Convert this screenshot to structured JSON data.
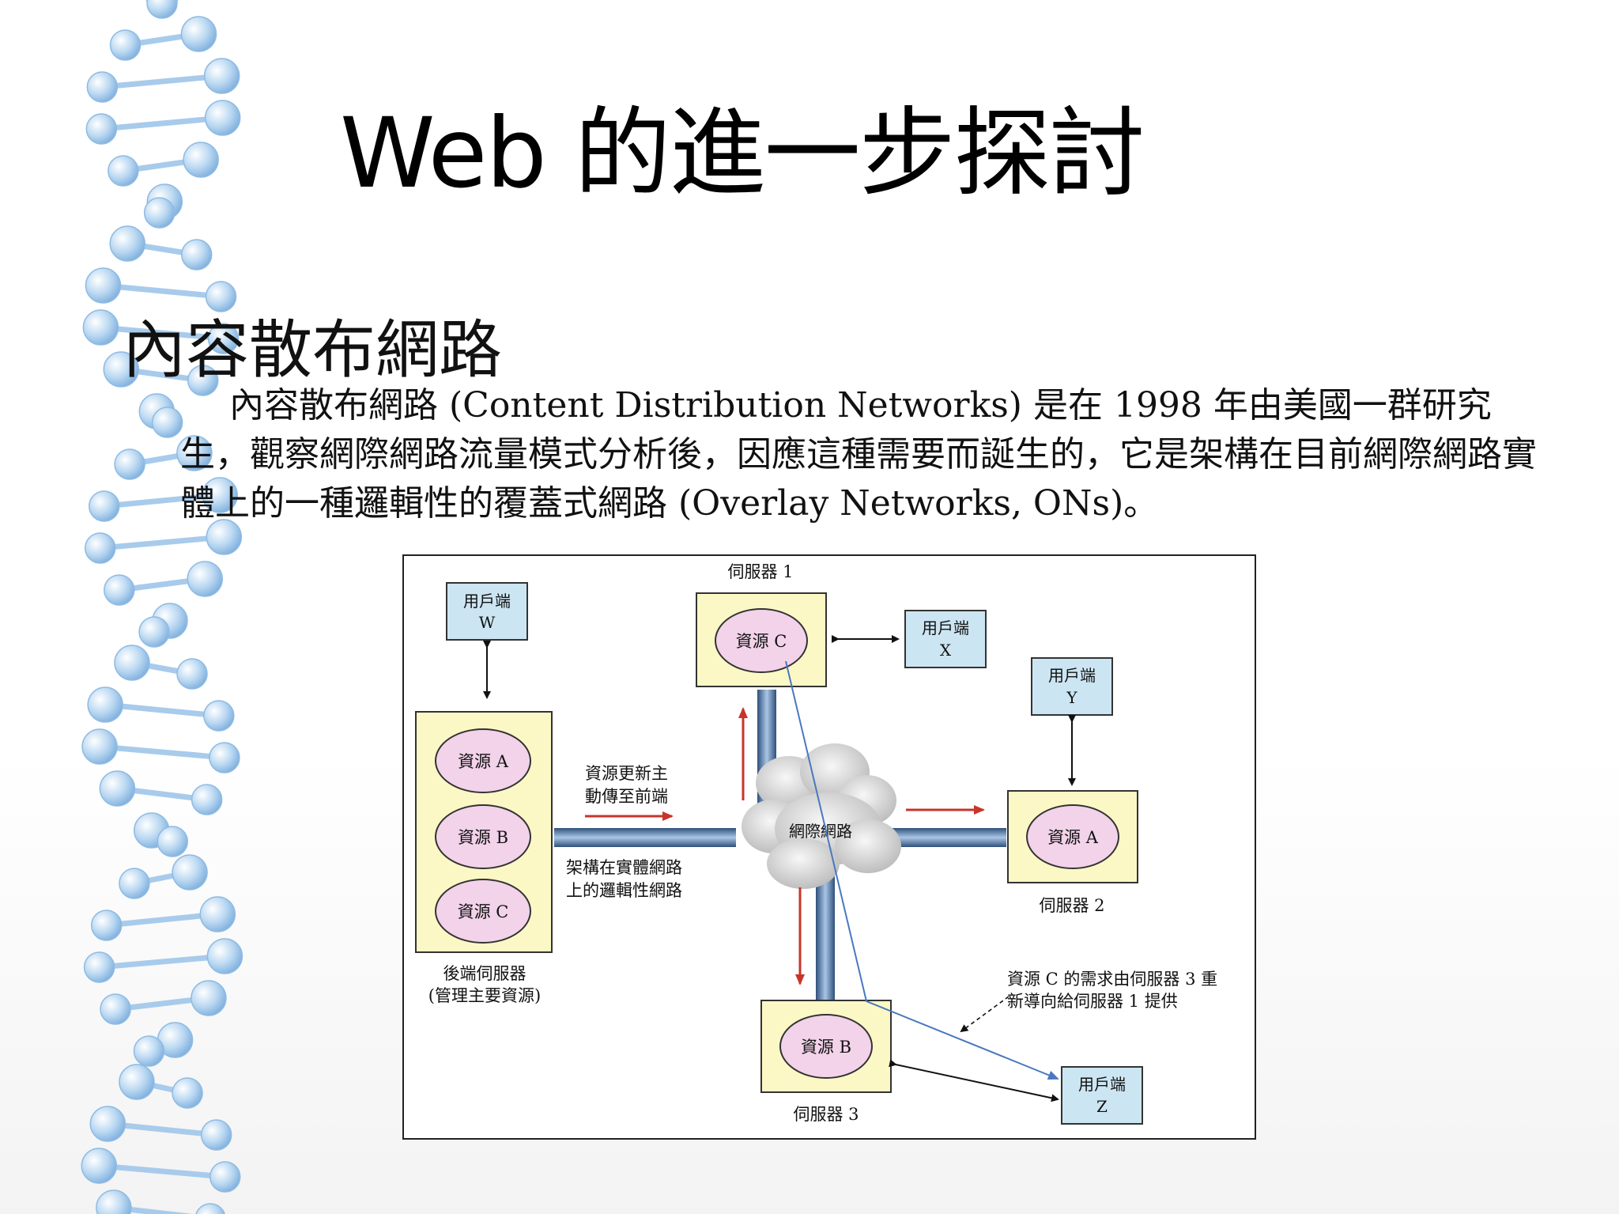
{
  "slide": {
    "title": "Web 的進一步探討",
    "subtitle": "內容散布網路",
    "paragraph": "內容散布網路 (Content Distribution Networks) 是在 1998 年由美國一群研究生，觀察網際網路流量模式分析後，因應這種需要而誕生的，它是架構在目前網際網路實體上的一種邏輯性的覆蓋式網路 (Overlay Networks, ONs)。"
  },
  "diagram": {
    "client_w": [
      "用戶端",
      "W"
    ],
    "client_x": [
      "用戶端",
      "X"
    ],
    "client_y": [
      "用戶端",
      "Y"
    ],
    "client_z": [
      "用戶端",
      "Z"
    ],
    "server1_label": "伺服器 1",
    "server2_label": "伺服器 2",
    "server3_label": "伺服器 3",
    "backend_label": [
      "後端伺服器",
      "(管理主要資源)"
    ],
    "resource_a": "資源 A",
    "resource_b": "資源 B",
    "resource_c": "資源 C",
    "internet_label": "網際網路",
    "push_note": [
      "資源更新主",
      "動傳至前端"
    ],
    "logical_note": [
      "架構在實體網路",
      "上的邏輯性網路"
    ],
    "redirect_note": [
      "資源 C 的需求由伺服器 3 重",
      "新導向給伺服器 1 提供"
    ],
    "colors": {
      "client_box": "#cce5f2",
      "server_box": "#fbf8c6",
      "resource_ellipse": "#f2d3ea",
      "pipe": "#4f7aa8",
      "red_arrow": "#c8342a",
      "blue_line": "#4a78c0"
    }
  }
}
